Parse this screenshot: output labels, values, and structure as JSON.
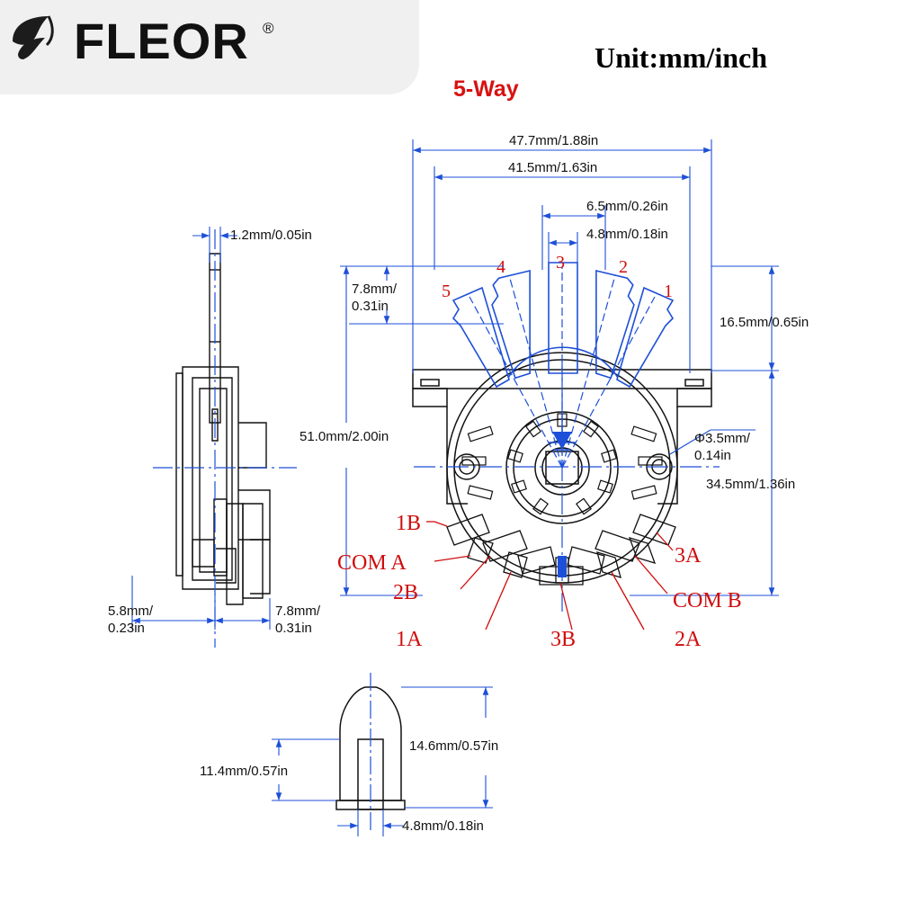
{
  "header": {
    "brand": "FLEOR",
    "registered_mark": "®",
    "logo_icon": "leaf-logo-icon",
    "unit_label": "Unit:mm/inch",
    "way_label": "5-Way"
  },
  "colors": {
    "accent_red": "#cf0d0d",
    "dimension_blue": "#1d4fd8",
    "line_black": "#111111",
    "plate_gray": "#f0f0f0"
  },
  "dimensions": {
    "top_overall": "47.7mm/1.88in",
    "top_second": "41.5mm/1.63in",
    "top_third": "6.5mm/0.26in",
    "top_fourth": "4.8mm/0.18in",
    "left_small": "7.8mm/\n0.31in",
    "left_small_l1": "7.8mm/",
    "left_small_l2": "0.31in",
    "right_upper": "16.5mm/0.65in",
    "right_hole_l1": "Φ3.5mm/",
    "right_hole_l2": "0.14in",
    "right_lower": "34.5mm/1.36in",
    "plate_height": "51.0mm/2.00in",
    "side_shaft_dia": "1.2mm/0.05in",
    "side_left_l1": "5.8mm/",
    "side_left_l2": "0.23in",
    "side_right_l1": "7.8mm/",
    "side_right_l2": "0.31in",
    "knob_height": "14.6mm/0.57in",
    "knob_body": "11.4mm/0.57in",
    "knob_bore": "4.8mm/0.18in"
  },
  "switch_positions": [
    "5",
    "4",
    "3",
    "2",
    "1"
  ],
  "terminal_labels": {
    "left": [
      "1B",
      "COM  A",
      "2B",
      "1A"
    ],
    "right": [
      "3A",
      "COM  B",
      "2A"
    ],
    "bottom_center": "3B"
  },
  "views": {
    "side_view": "side-profile-view",
    "front_view": "front-plan-view",
    "knob_view": "knob-section-view"
  }
}
